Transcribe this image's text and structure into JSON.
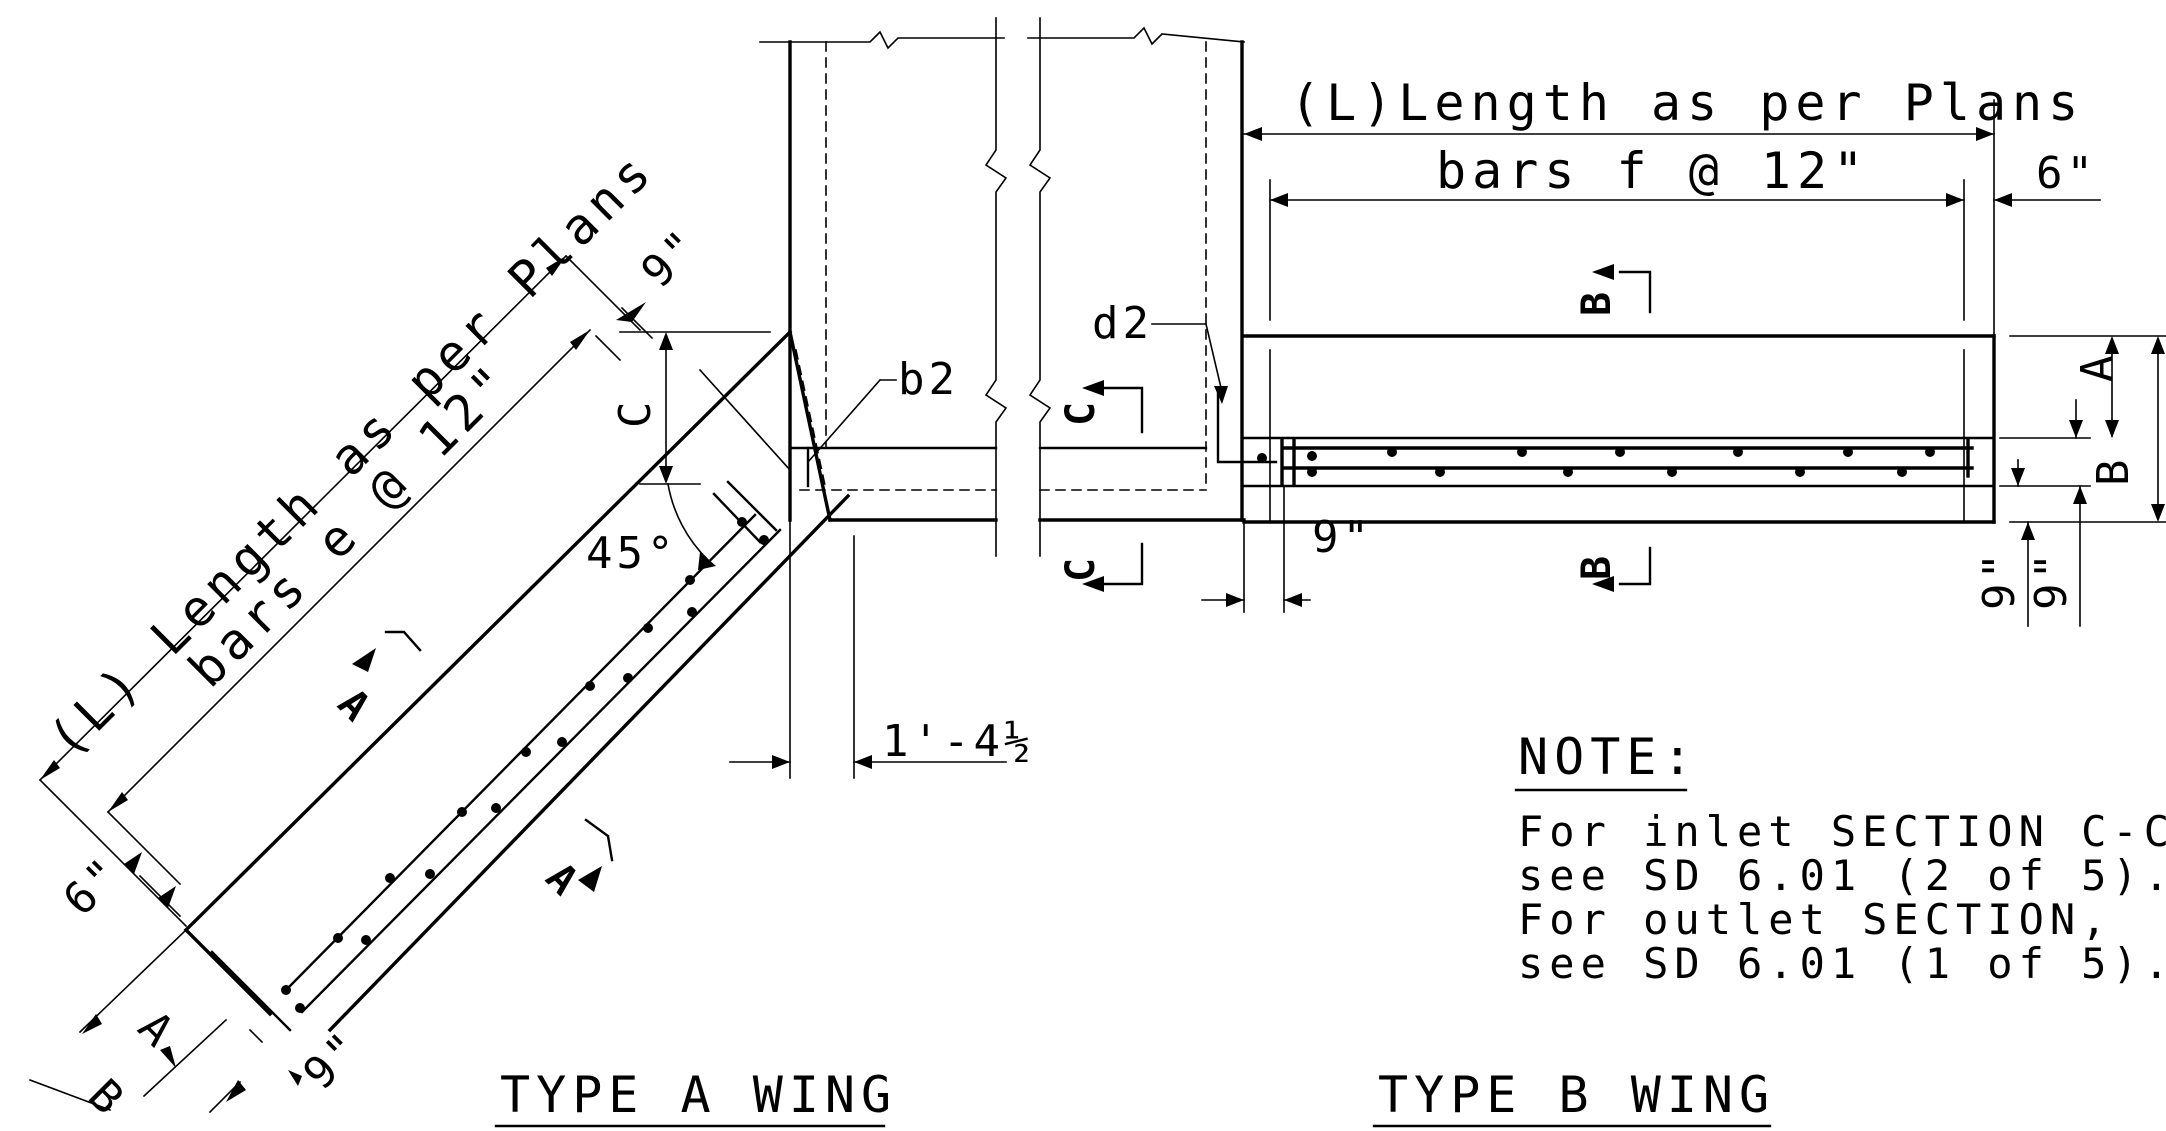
{
  "type_a": {
    "title": "TYPE A WING",
    "length_label": "(L) Length as per Plans",
    "bars_label": "bars e @ 12\"",
    "angle_label": "45°",
    "dim_9_top": "9\"",
    "dim_c": "C",
    "dim_6": "6\"",
    "dim_a": "A",
    "dim_b": "B",
    "dim_9_bottom": "9\"",
    "dim_offset": "1'-4½",
    "bar_label": "b2",
    "section_a": "A"
  },
  "type_b": {
    "title": "TYPE B WING",
    "length_label": "(L)Length as per Plans",
    "bars_label": "bars f @ 12\"",
    "dim_6": "6\"",
    "dim_a": "A",
    "dim_b": "B",
    "dim_9": "9\"",
    "dim_9_left": "9\"",
    "dim_9_right": "9\"",
    "bar_label": "d2",
    "section_b": "B",
    "section_c": "C"
  },
  "note": {
    "heading": "NOTE:",
    "lines": [
      "For inlet SECTION C-C,",
      "see SD 6.01 (2 of 5).",
      "For outlet SECTION,",
      "see SD 6.01 (1 of 5)."
    ]
  }
}
